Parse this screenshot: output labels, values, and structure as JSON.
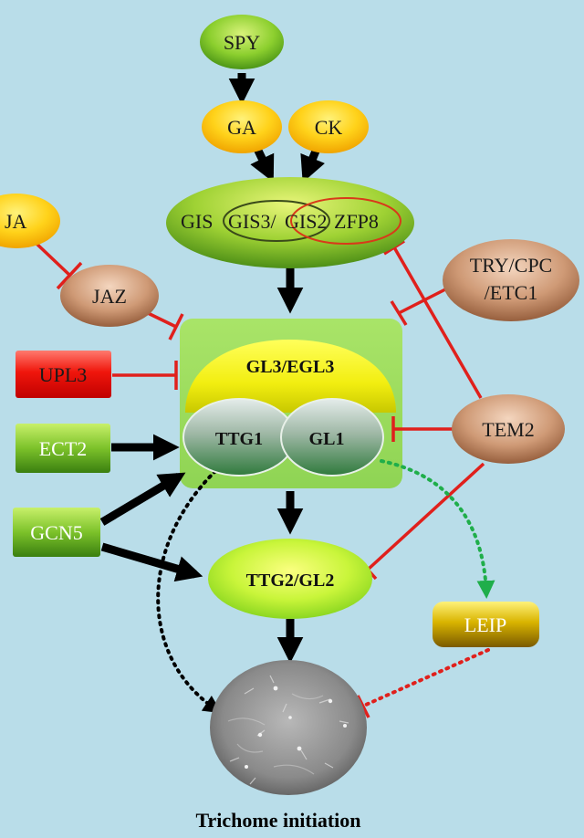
{
  "nodes": {
    "spy": "SPY",
    "ga": "GA",
    "ck": "CK",
    "gis": "GIS",
    "gis3": "GIS3/",
    "gis2": "GIS2",
    "zfp8": "ZFP8",
    "ja": "JA",
    "jaz": "JAZ",
    "try_cpc_line1": "TRY/CPC",
    "try_cpc_line2": "/ETC1",
    "upl3": "UPL3",
    "gl3_egl3": "GL3/EGL3",
    "ttg1": "TTG1",
    "gl1": "GL1",
    "tem2": "TEM2",
    "ect2": "ECT2",
    "gcn5": "GCN5",
    "ttg2_gl2": "TTG2/GL2",
    "leip": "LEIP"
  },
  "caption": "Trichome initiation",
  "colors": {
    "background": "#b9dde9",
    "inhibition": "#e0201c",
    "activation": "#000000",
    "green_dotted": "#1fae4a",
    "red_dotted": "#e0201c",
    "complex_box": "#9fdc5a"
  }
}
